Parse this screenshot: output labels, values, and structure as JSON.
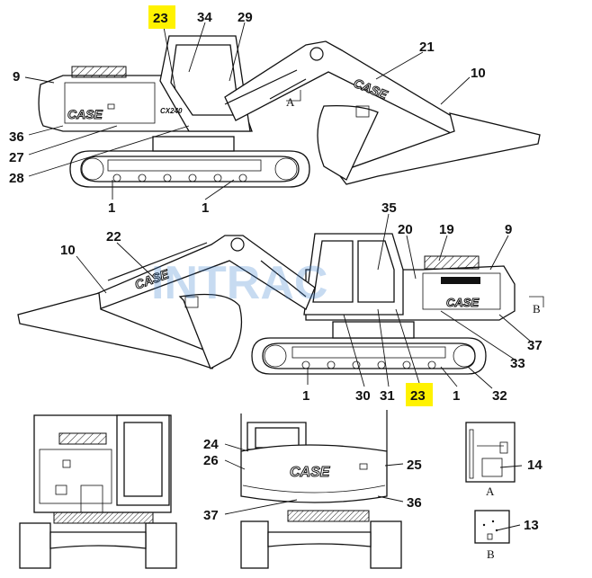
{
  "highlight_color": "#fff200",
  "watermark": "INTRAC",
  "brand": "CASE",
  "model": "CX240",
  "view_labels": {
    "a": "A",
    "b": "B"
  },
  "callouts": {
    "top_23": "23",
    "top_34": "34",
    "top_29": "29",
    "top_21": "21",
    "top_10": "10",
    "top_9": "9",
    "top_36": "36",
    "top_27": "27",
    "top_28": "28",
    "top_1a": "1",
    "top_1b": "1",
    "mid_35": "35",
    "mid_20": "20",
    "mid_19": "19",
    "mid_9": "9",
    "mid_10": "10",
    "mid_22": "22",
    "mid_37": "37",
    "mid_33": "33",
    "mid_1a": "1",
    "mid_30": "30",
    "mid_31": "31",
    "mid_23": "23",
    "mid_1b": "1",
    "mid_32": "32",
    "bot_24": "24",
    "bot_26": "26",
    "bot_25": "25",
    "bot_37": "37",
    "bot_36": "36",
    "bot_14": "14",
    "bot_13": "13"
  }
}
